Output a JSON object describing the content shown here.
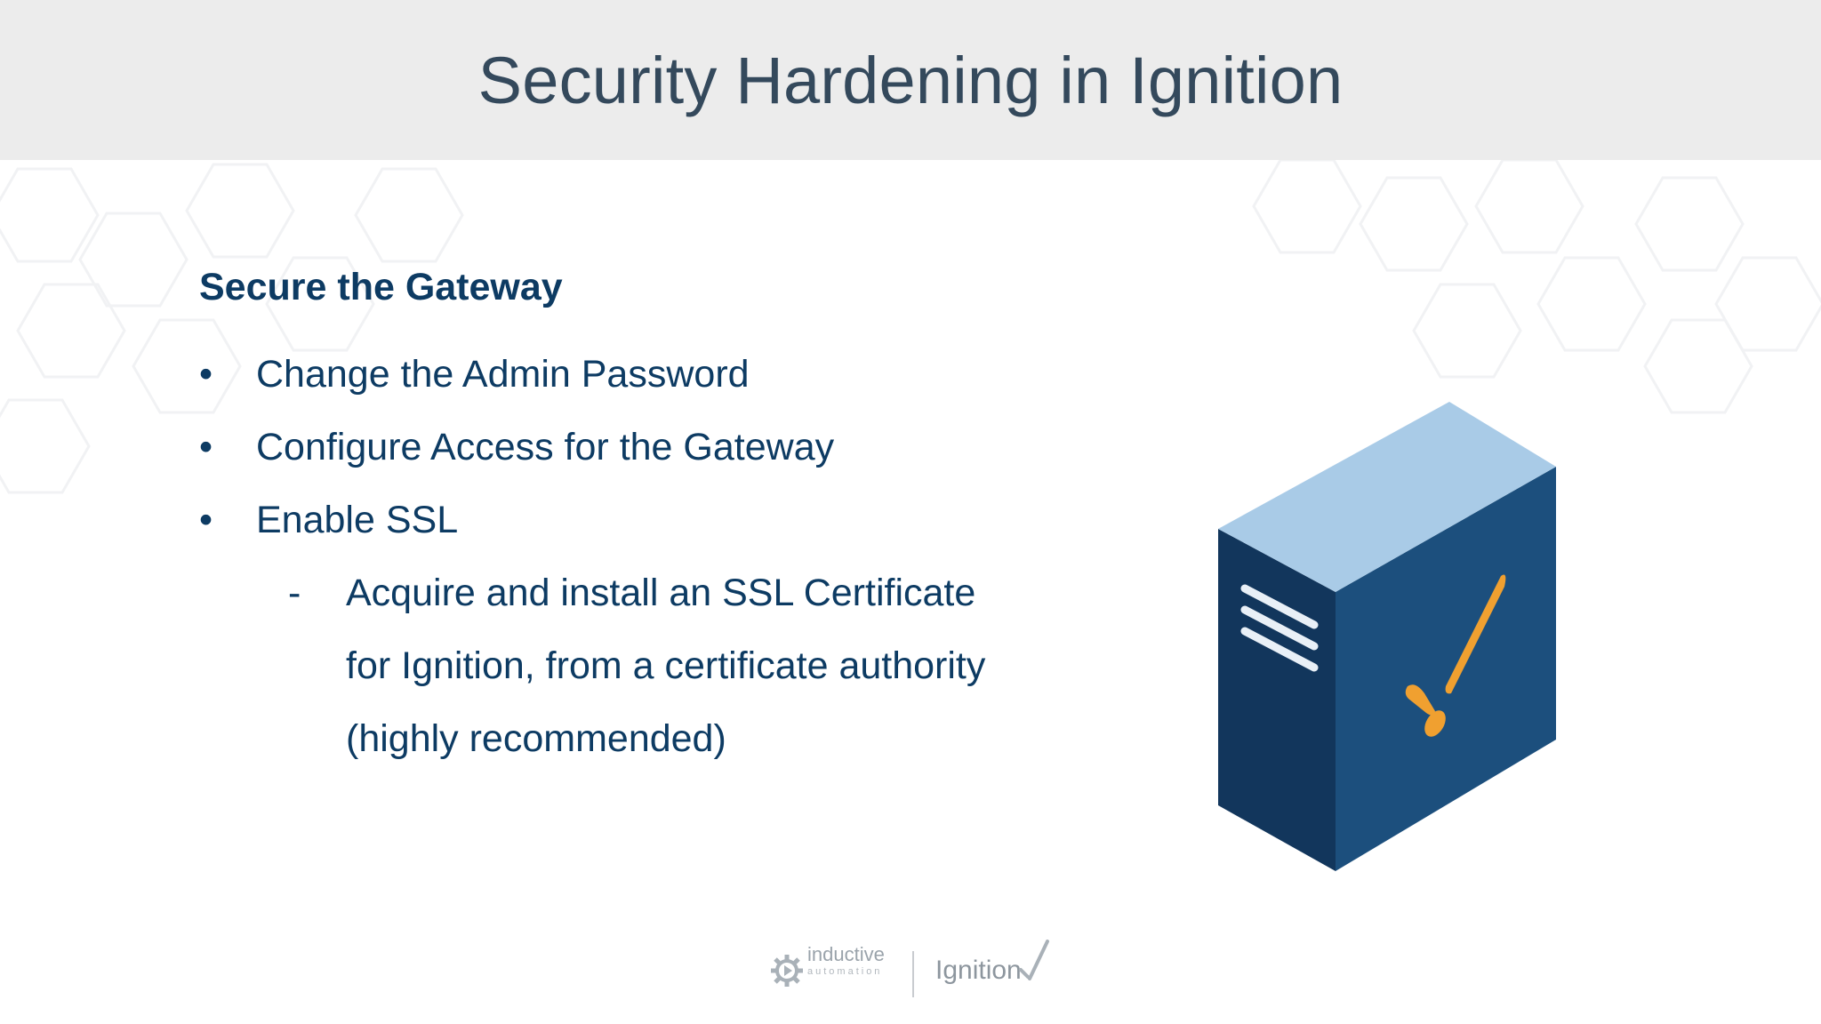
{
  "slide": {
    "title": "Security Hardening in Ignition",
    "heading": "Secure the Gateway",
    "bullets": [
      "Change the Admin Password",
      "Configure Access for the Gateway",
      "Enable SSL"
    ],
    "bullet_marker": "•",
    "sub_marker": "-",
    "sub_lines": [
      "Acquire and install an SSL Certificate",
      "for Ignition, from a certificate authority",
      "(highly recommended)"
    ]
  },
  "footer": {
    "company": "inductive",
    "company_sub": "automation",
    "product": "Ignition"
  },
  "colors": {
    "title": "#34495c",
    "text": "#0d3b63",
    "header_band": "#ececec",
    "server_top": "#a9cbe7",
    "server_left": "#12365c",
    "server_right": "#1c4f7d",
    "accent": "#f0a030"
  },
  "icons": {
    "server": "server-icon",
    "logo_gear": "gear-icon"
  }
}
